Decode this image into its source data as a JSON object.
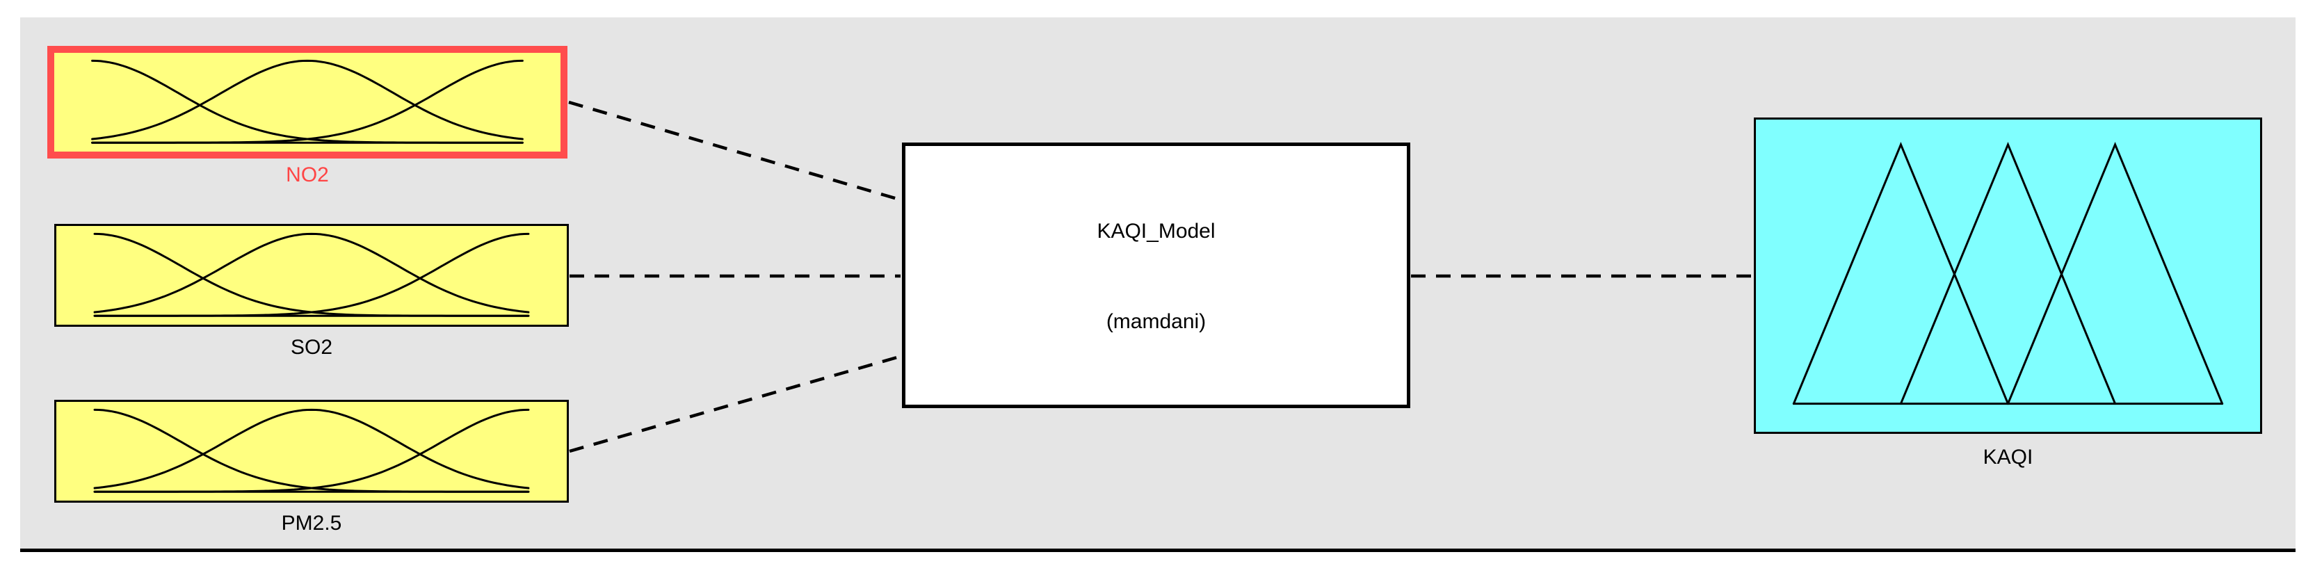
{
  "diagram": {
    "inputs": [
      {
        "label": "NO2",
        "selected": true,
        "mf_preview": "gaussian_input"
      },
      {
        "label": "SO2",
        "selected": false,
        "mf_preview": "gaussian_input"
      },
      {
        "label": "PM2.5",
        "selected": false,
        "mf_preview": "gaussian_input"
      }
    ],
    "fis": {
      "name": "KAQI_Model",
      "type_label": "(mamdani)"
    },
    "outputs": [
      {
        "label": "KAQI",
        "mf_preview": "triangular_output"
      }
    ],
    "colors": {
      "panel_bg": "#E5E5E5",
      "input_fill": "#FFFF80",
      "output_fill": "#80FFFF",
      "selected_border": "#FF4D4D",
      "selected_label": "#FF4545",
      "line": "#000000"
    }
  },
  "membership_functions": {
    "gaussian_input": {
      "type": "gaussian",
      "centers": [
        0,
        0.5,
        1
      ],
      "sigma": 0.2
    },
    "triangular_output": {
      "type": "triangle",
      "triangles": [
        [
          0,
          0.25,
          0.5
        ],
        [
          0.25,
          0.5,
          0.75
        ],
        [
          0.5,
          0.75,
          1
        ]
      ]
    }
  }
}
